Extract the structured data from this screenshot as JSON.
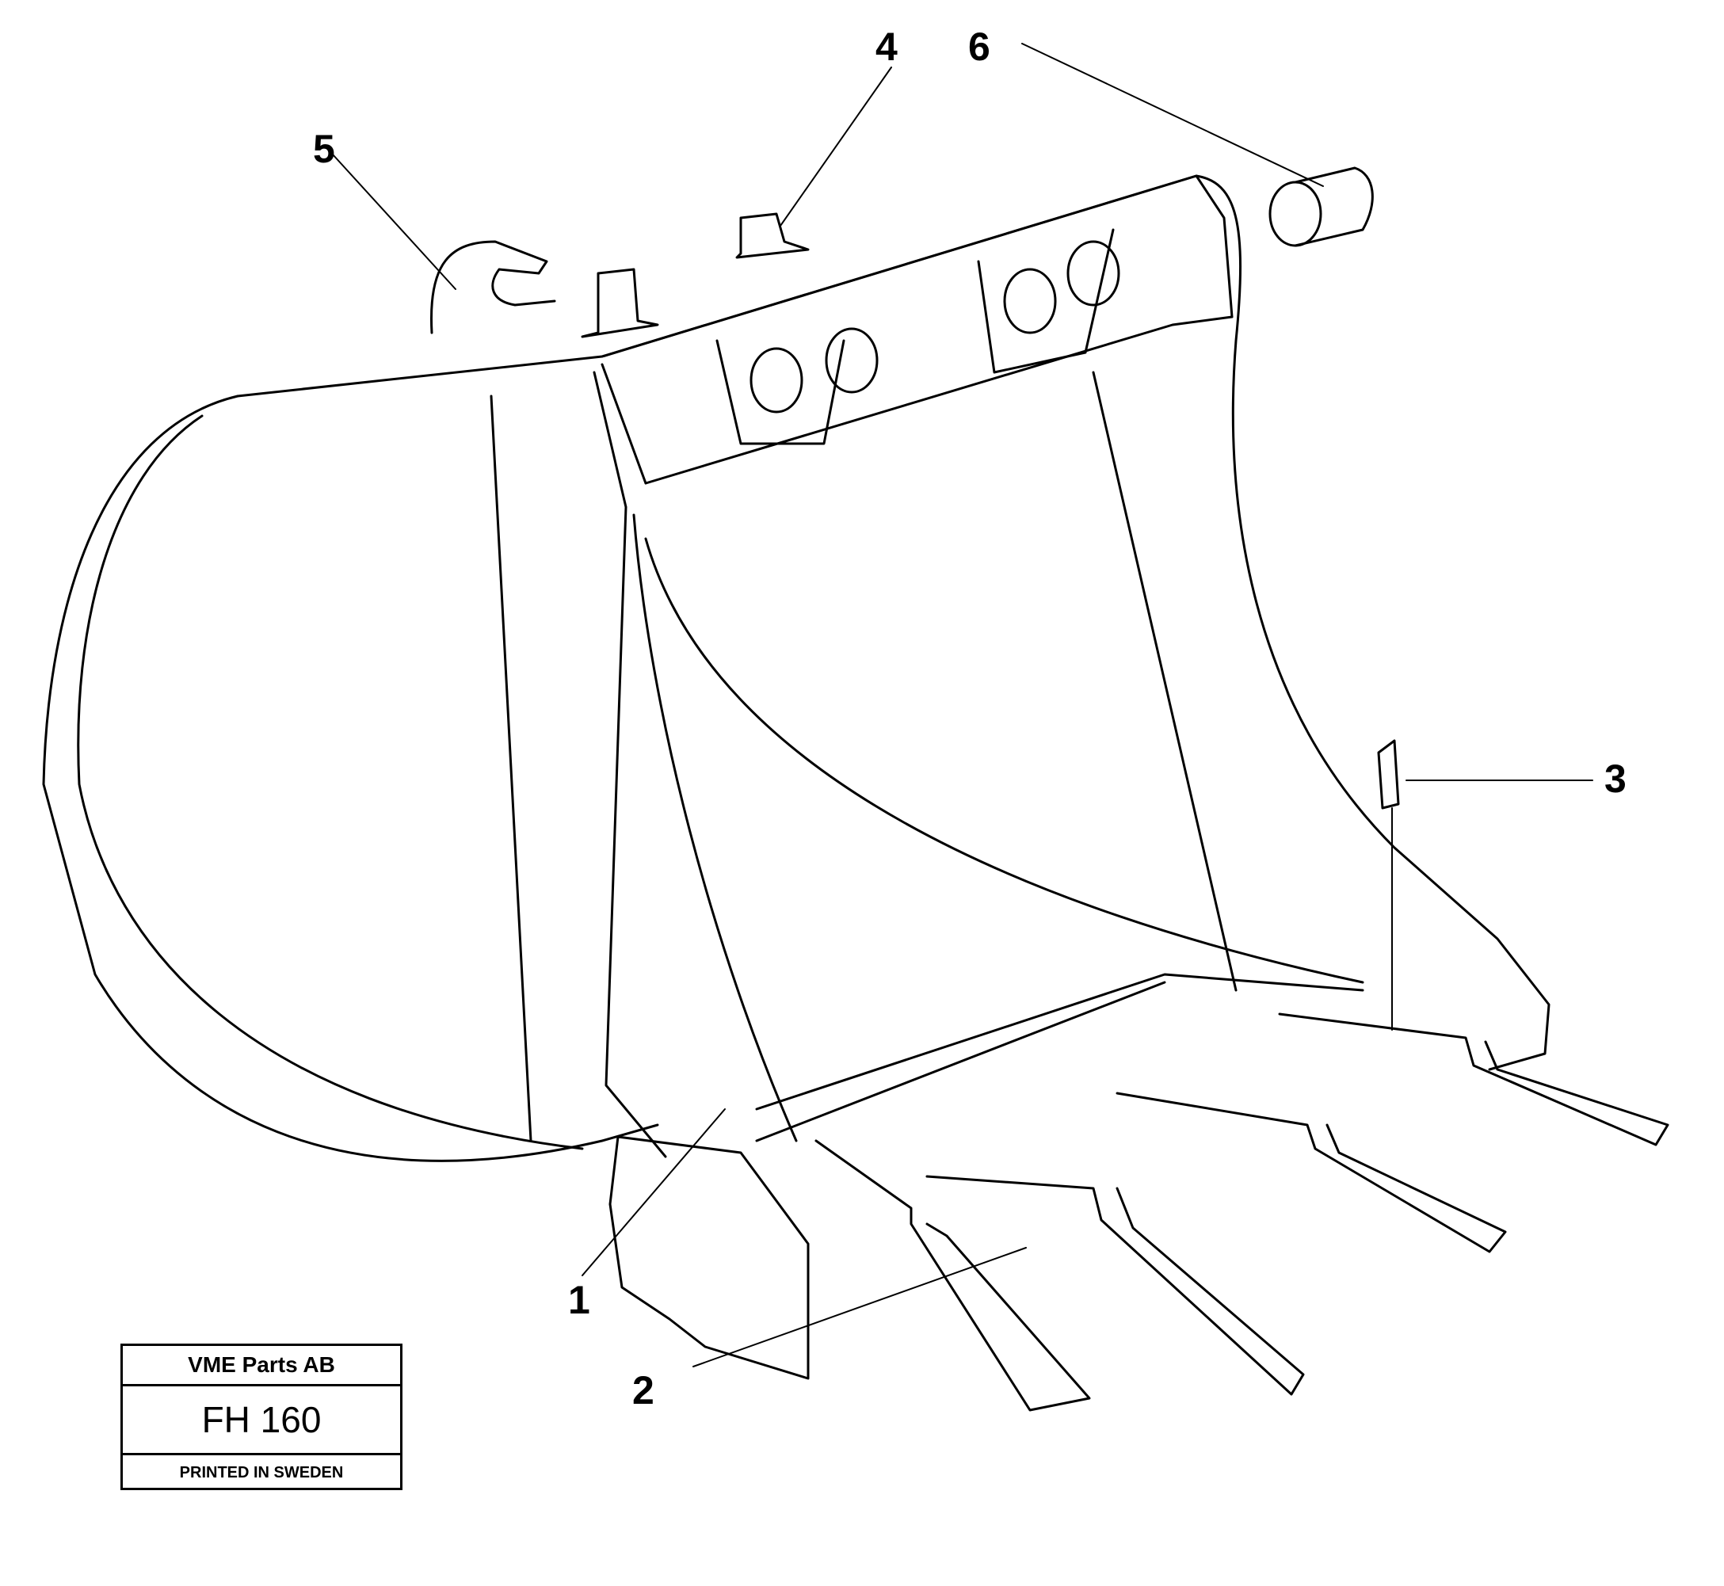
{
  "callouts": {
    "c1": "1",
    "c2": "2",
    "c3": "3",
    "c4": "4",
    "c5": "5",
    "c6": "6"
  },
  "stamp": {
    "company": "VME Parts AB",
    "model": "FH 160",
    "printed": "PRINTED IN SWEDEN"
  }
}
